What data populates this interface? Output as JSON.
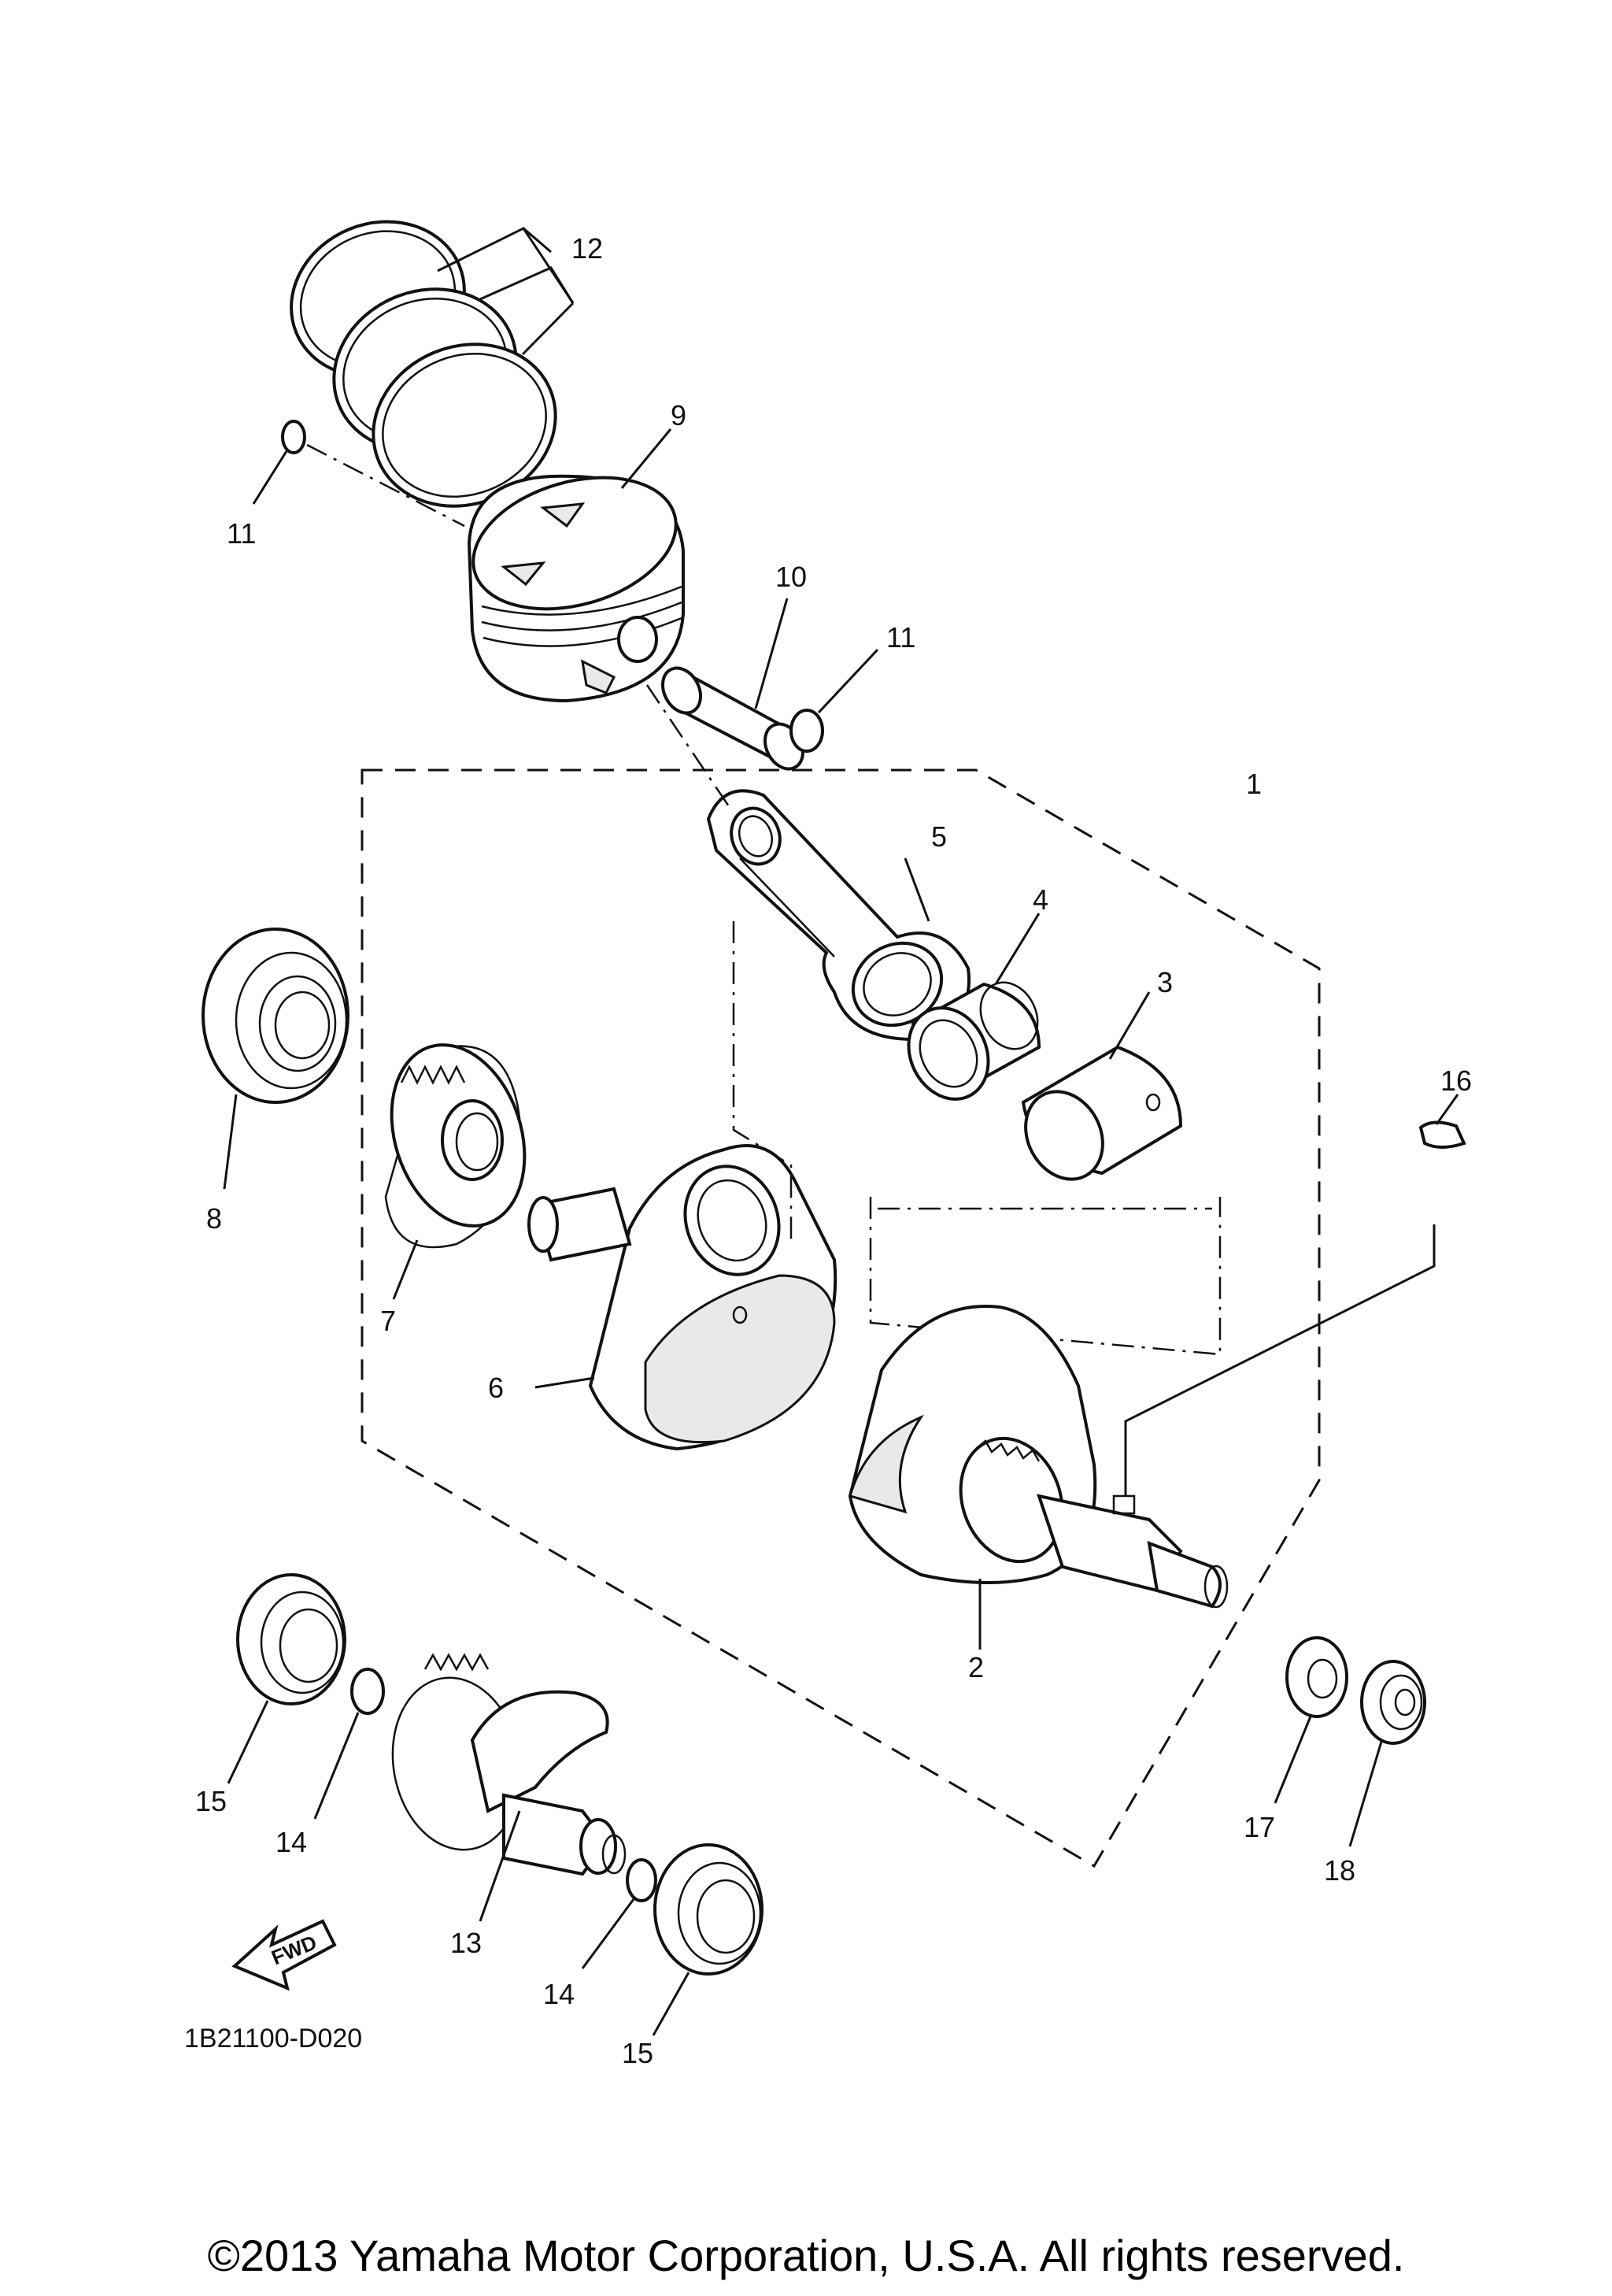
{
  "diagram_code": "1B21100-D020",
  "copyright": "©2013 Yamaha Motor Corporation, U.S.A. All rights reserved.",
  "fwd_label": "FWD",
  "callouts": {
    "c1": "1",
    "c2": "2",
    "c3": "3",
    "c4": "4",
    "c5": "5",
    "c6": "6",
    "c7": "7",
    "c8": "8",
    "c9": "9",
    "c10": "10",
    "c11a": "11",
    "c11b": "11",
    "c12": "12",
    "c13": "13",
    "c14a": "14",
    "c14b": "14",
    "c15a": "15",
    "c15b": "15",
    "c16": "16",
    "c17": "17",
    "c18": "18"
  }
}
